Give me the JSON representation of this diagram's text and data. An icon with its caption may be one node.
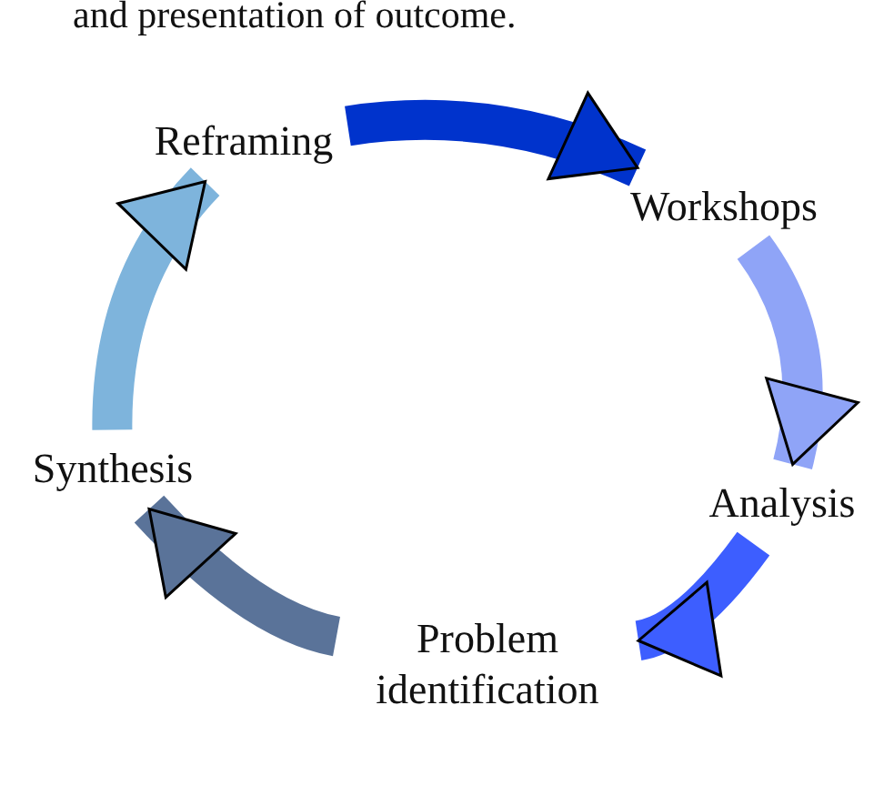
{
  "diagram": {
    "nodes": [
      {
        "text": [
          "Reframing"
        ]
      },
      {
        "text": [
          "Workshops"
        ]
      },
      {
        "text": [
          "Analysis"
        ]
      },
      {
        "text": [
          "Problem identification"
        ]
      },
      {
        "text": [
          "Synthesis"
        ]
      }
    ],
    "edges": [
      {
        "from": 0,
        "to": 1,
        "arrow": "to",
        "color": "#0033cc"
      },
      {
        "from": 1,
        "to": 2,
        "arrow": "to",
        "color": "#8fa4f7"
      },
      {
        "from": 2,
        "to": 3,
        "arrow": "to",
        "color": "#3d5eff"
      },
      {
        "from": 3,
        "to": 4,
        "arrow": "to",
        "color": "#5a7399"
      },
      {
        "from": 4,
        "to": 0,
        "arrow": "to",
        "color": "#7eb4dc"
      }
    ],
    "labels": [
      "and presentation of outcome."
    ]
  }
}
